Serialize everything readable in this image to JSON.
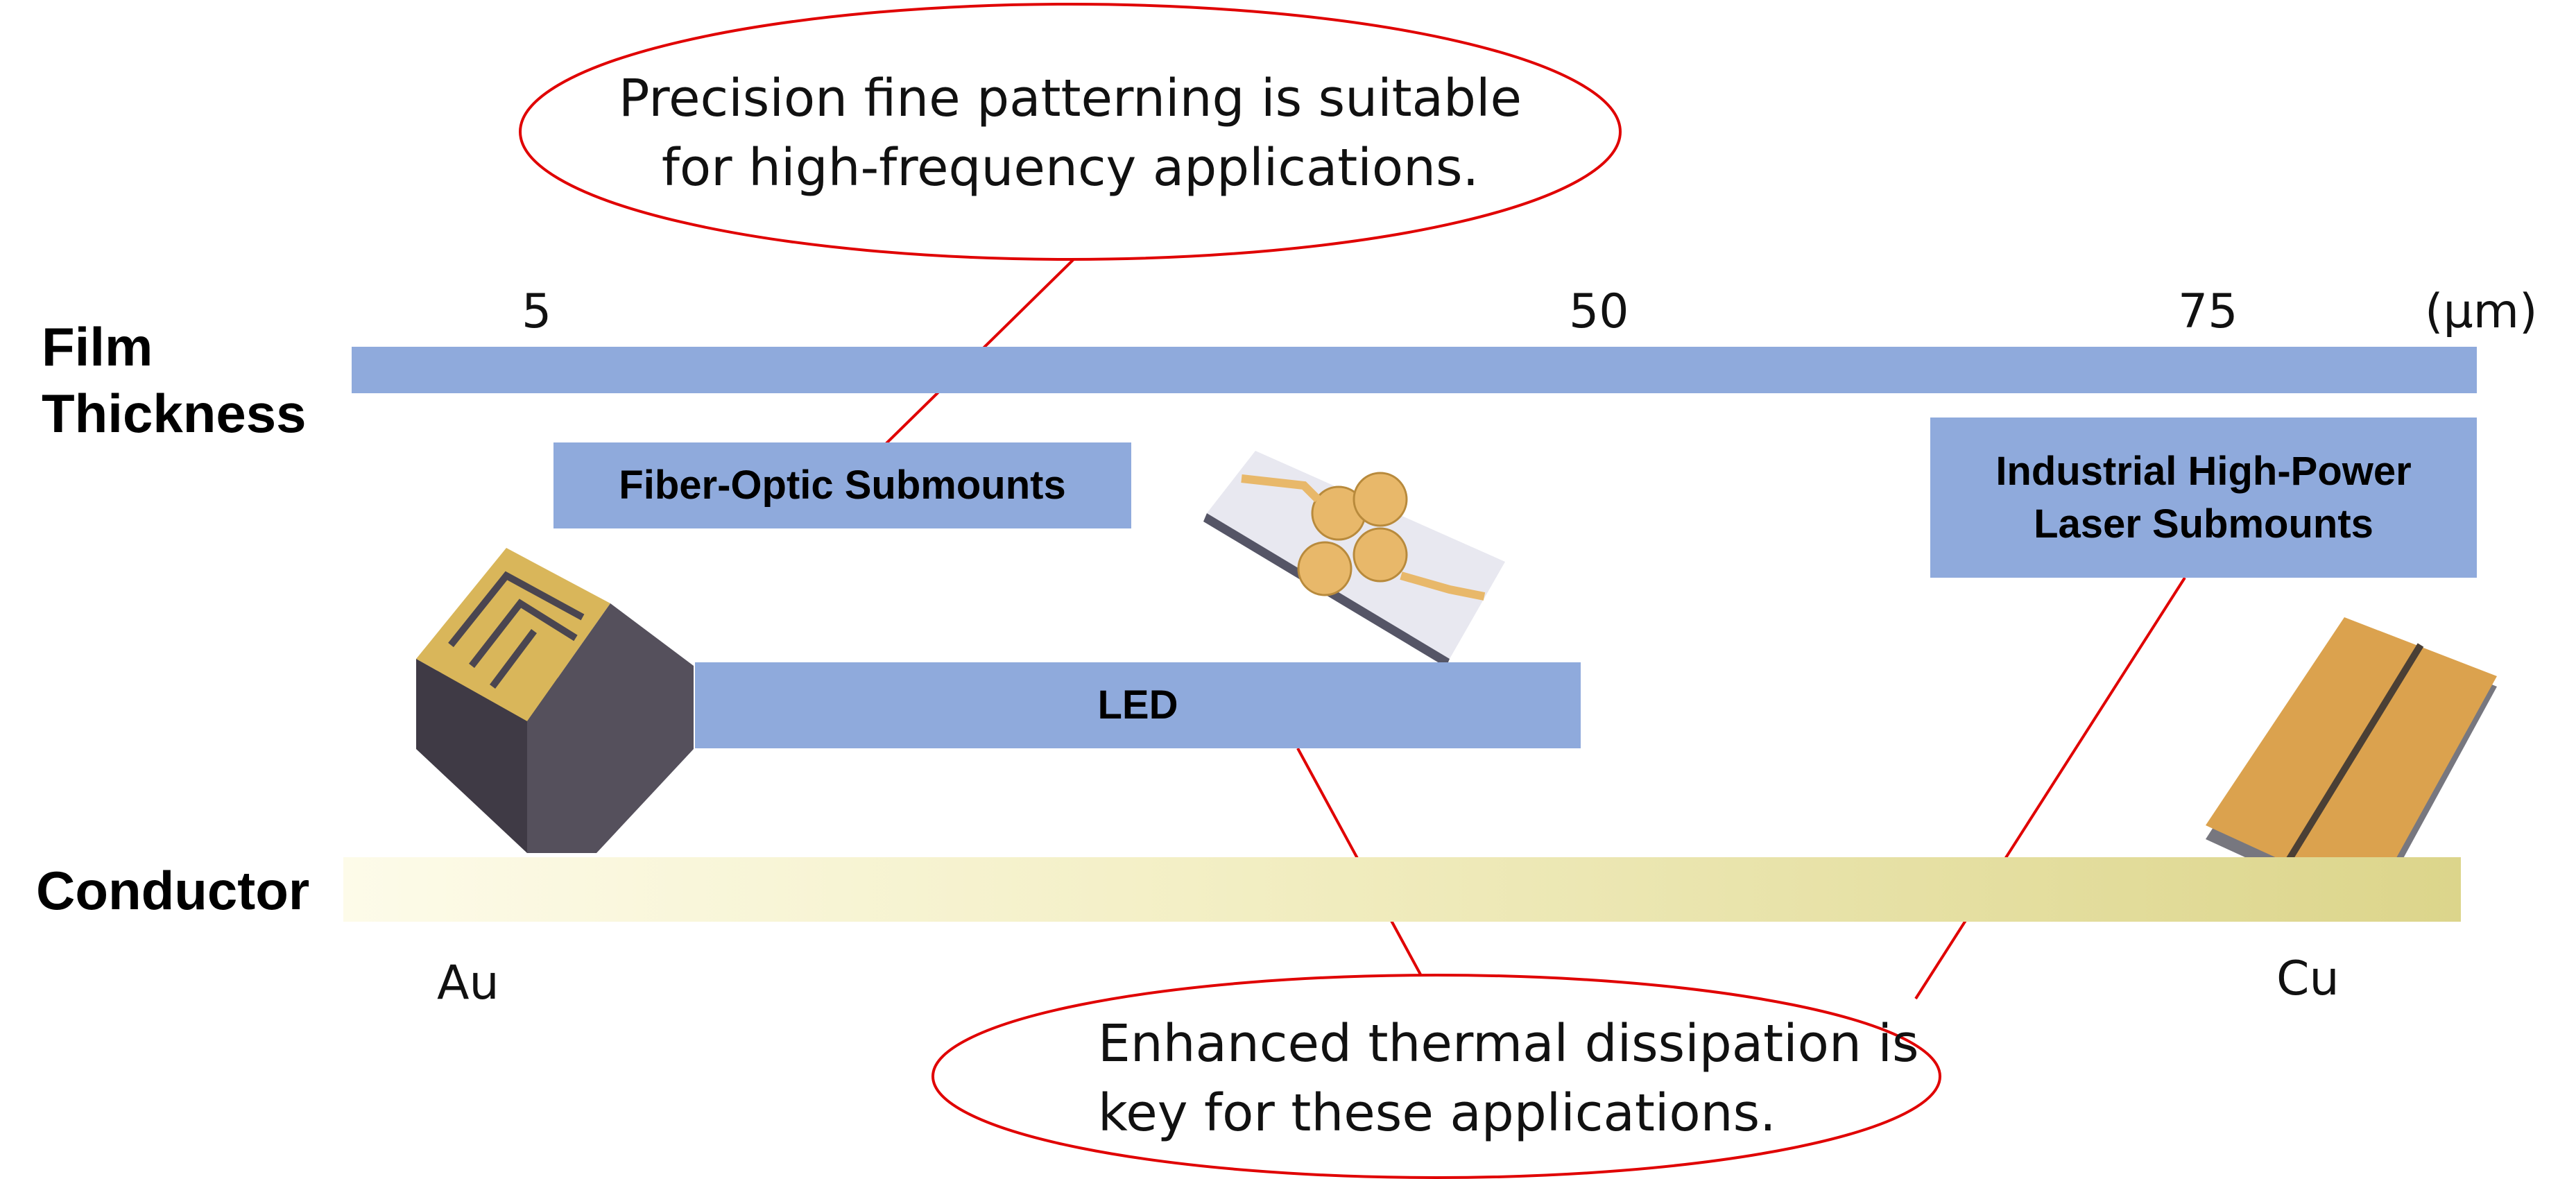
{
  "axis": {
    "label_line1": "Film",
    "label_line2": "Thickness",
    "ticks": [
      "5",
      "50",
      "75"
    ],
    "unit": "(µm)"
  },
  "applications": {
    "fiber_optic": "Fiber-Optic Submounts",
    "led": "LED",
    "industrial_line1": "Industrial High-Power",
    "industrial_line2": "Laser Submounts"
  },
  "conductor": {
    "label": "Conductor",
    "left": "Au",
    "right": "Cu"
  },
  "callouts": {
    "top_line1": "Precision fine patterning is suitable",
    "top_line2": "for high-frequency applications.",
    "bottom_line1": "Enhanced thermal dissipation is",
    "bottom_line2": "key for these applications."
  },
  "colors": {
    "bar": "#8faadc",
    "callout_stroke": "#e00000",
    "conductor_start": "#fdfbe9",
    "conductor_end": "#dcd58b"
  }
}
